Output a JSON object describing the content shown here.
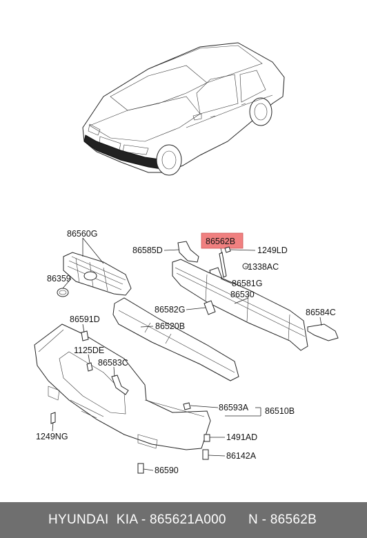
{
  "labels": {
    "grille": "86560G",
    "emblem": "86359",
    "bracket_upper": "86585D",
    "highlighted_part": "86562B",
    "screw_top": "1249LD",
    "nut": "1338AC",
    "stay": "86581G",
    "beam": "86530",
    "bracket_right": "86584C",
    "absorber_bracket": "86582G",
    "absorber": "86520B",
    "clip_left": "86591D",
    "screw_left": "1125DE",
    "bracket_center": "86583C",
    "bolt_bottom_left": "1249NG",
    "seal": "86593A",
    "bumper_cover": "86510B",
    "nut_right": "1491AD",
    "bolt_right": "86142A",
    "bolt_bottom": "86590"
  },
  "footer": {
    "left_text": "HYUNDAI  KIA - 865621A000",
    "right_text": "N - 86562B"
  },
  "colors": {
    "highlight": "#f08080",
    "footer_bg": "#6f6f6f",
    "footer_text": "#ffffff"
  }
}
